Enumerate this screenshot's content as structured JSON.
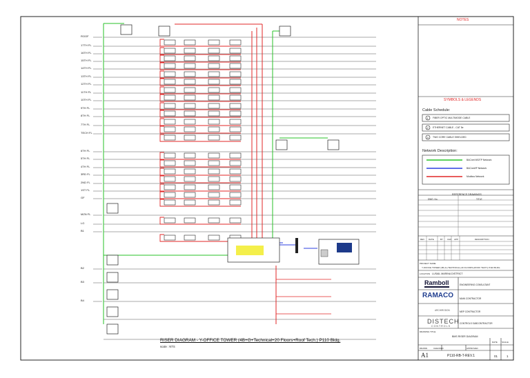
{
  "floors": [
    "ROOF",
    "17TH FL",
    "16TH FL",
    "15TH FL",
    "14TH FL",
    "13TH FL",
    "12TH FL",
    "11TH FL",
    "10TH FL",
    "9TH FL",
    "8TH FL",
    "7TH FL",
    "TECH FL",
    "6TH FL",
    "5TH FL",
    "4TH FL",
    "3RD FL",
    "2ND FL",
    "1ST FL",
    "GF",
    "MZN FL",
    "LG",
    "B1",
    "B2",
    "B3",
    "B4"
  ],
  "cable_schedule": {
    "items": [
      {
        "key": "1",
        "text": "FIBER OPTIC MULTIMODE CABLE"
      },
      {
        "key": "2",
        "text": "ETHERNET CABLE - CAT 5e"
      },
      {
        "key": "3",
        "text": "TWO CORE CABLE SHIELDED"
      }
    ]
  },
  "network": {
    "items": [
      {
        "text": "BACnet MS/TP Network",
        "color": "#27c227"
      },
      {
        "text": "BACnet/IP Network",
        "color": "#2b3fe0"
      },
      {
        "text": "Modbus Network",
        "color": "#e02626"
      }
    ]
  },
  "title_block": {
    "notes": "NOTES",
    "symbols": "SYMBOLS & LEGENDS",
    "cable_schedule_title": "Cable Schedule:",
    "network_title": "Network Description:",
    "reference": "REFERENCE DRAWINGS",
    "ref_no": "DWG. No.",
    "ref_title": "TITLE",
    "rev": "REV",
    "date": "DATE",
    "by": "BY",
    "chk": "CHK",
    "app": "APP",
    "description": "DESCRIPTION",
    "project_label": "PROJECT NAME",
    "project": "Y-OFFICE TOWER (4B+G+TECHNICAL+20 FLOORS+ROOF TECH.) P110 BLDG.",
    "location_label": "LOCATION",
    "location": "LUSAIL MARINA DISTRICT",
    "consultant": "ENGINEERING CONSULTANT",
    "main_contractor": "MAIN CONTRACTOR",
    "mep_contractor": "MEP CONTRACTOR",
    "controls_sub": "CONTROLS SUBCONTRACTOR",
    "drawing_title_label": "DRAWING TITLE",
    "drawing_title": "BMS RISER DIAGRAM",
    "drawn": "DRAWN",
    "checked": "CHECKED",
    "approved": "APPROVED",
    "date_label": "DATE",
    "scale": "SCALE",
    "sheet_size": "A1",
    "drawing_no": "P110-RB-T-REV.1",
    "sheet": "01",
    "of": "1"
  },
  "logos": {
    "consultant": "Ramboll",
    "main_contractor": "RAMACO",
    "mep": "ARCHIRODON",
    "controls": "DISTECH",
    "controls_sub": "CONTROLS"
  },
  "diagram": {
    "title": "RISER DIAGRAM - Y-OFFICE TOWER (4B+G+Technical+20 Floors+Roof Tech.) P110 Bldg.",
    "scale": "scale : NTS"
  }
}
